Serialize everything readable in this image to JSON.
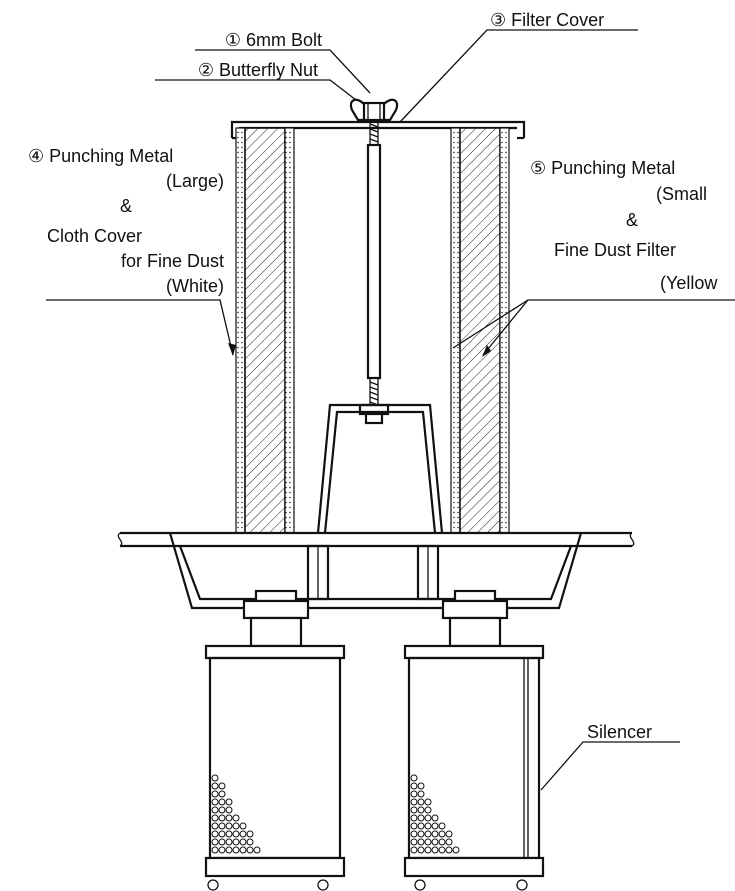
{
  "labels": {
    "bolt": "① 6mm Bolt",
    "butterfly_nut": "② Butterfly Nut",
    "filter_cover": "③ Filter Cover",
    "punching_large_l1": "④ Punching Metal",
    "punching_large_l2": "(Large)",
    "punching_large_l3": "&",
    "punching_large_l4": "Cloth Cover",
    "punching_large_l5": "for Fine Dust",
    "punching_large_l6": "(White)",
    "punching_small_l1": "⑤ Punching Metal",
    "punching_small_l2": "(Small",
    "punching_small_l3": "&",
    "punching_small_l4": "Fine Dust Filter",
    "punching_small_l5": "(Yellow",
    "silencer": "Silencer"
  },
  "colors": {
    "line": "#111111",
    "background": "#ffffff"
  }
}
